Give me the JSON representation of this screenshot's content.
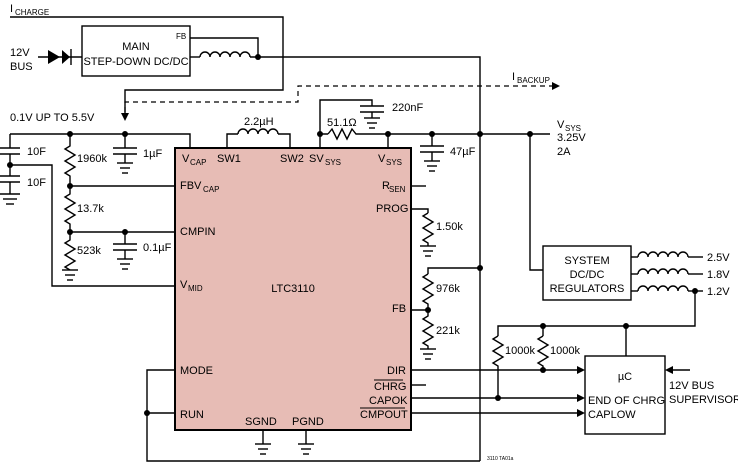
{
  "labels": {
    "i_charge_main": "I",
    "i_charge_sub": "CHARGE",
    "bus_12v_line1": "12V",
    "bus_12v_line2": "BUS",
    "main_dcdc_line1": "MAIN",
    "main_dcdc_line2": "STEP-DOWN DC/DC",
    "main_dcdc_fb": "FB",
    "i_backup_main": "I",
    "i_backup_sub": "BACKUP",
    "input_range": "0.1V UP TO 5.5V",
    "inductor_sw": "2.2µH",
    "res_51": "51.1Ω",
    "cap_220n": "220nF",
    "vsys_main": "V",
    "vsys_sub": "SYS",
    "vsys_volt": "3.25V",
    "vsys_curr": "2A",
    "cap_47u": "47µF",
    "cap_10f_top": "10F",
    "cap_10f_bottom": "10F",
    "res_1960k": "1960k",
    "cap_1u": "1µF",
    "res_13_7k": "13.7k",
    "res_523k": "523k",
    "cap_0_1u": "0.1µF",
    "res_1_50k": "1.50k",
    "res_976k": "976k",
    "res_221k": "221k",
    "res_1000k_left": "1000k",
    "res_1000k_right": "1000k",
    "uc": "µC",
    "uc_end": "END OF CHRG",
    "uc_caplow": "CAPLOW",
    "supervisor_line1": "12V BUS",
    "supervisor_line2": "SUPERVISOR",
    "sys_reg_line1": "SYSTEM",
    "sys_reg_line2": "DC/DC",
    "sys_reg_line3": "REGULATORS",
    "out_2_5": "2.5V",
    "out_1_8": "1.8V",
    "out_1_2": "1.2V",
    "fig_code": "3110 TA01a"
  },
  "ic": {
    "name": "LTC3110",
    "pins": {
      "vcap": "V",
      "vcap_sub": "CAP",
      "sw1": "SW1",
      "sw2": "SW2",
      "svsys": "SV",
      "svsys_sub": "SYS",
      "vsys": "V",
      "vsys_sub": "SYS",
      "fbvcap": "FBV",
      "fbvcap_sub": "CAP",
      "rsen": "R",
      "rsen_sub": "SEN",
      "prog": "PROG",
      "cmpin": "CMPIN",
      "vmid": "V",
      "vmid_sub": "MID",
      "fb": "FB",
      "mode": "MODE",
      "dir": "DIR",
      "chrg": "CHRG",
      "capok": "CAPOK",
      "run": "RUN",
      "cmpout": "CMPOUT",
      "sgnd": "SGND",
      "pgnd": "PGND"
    }
  }
}
